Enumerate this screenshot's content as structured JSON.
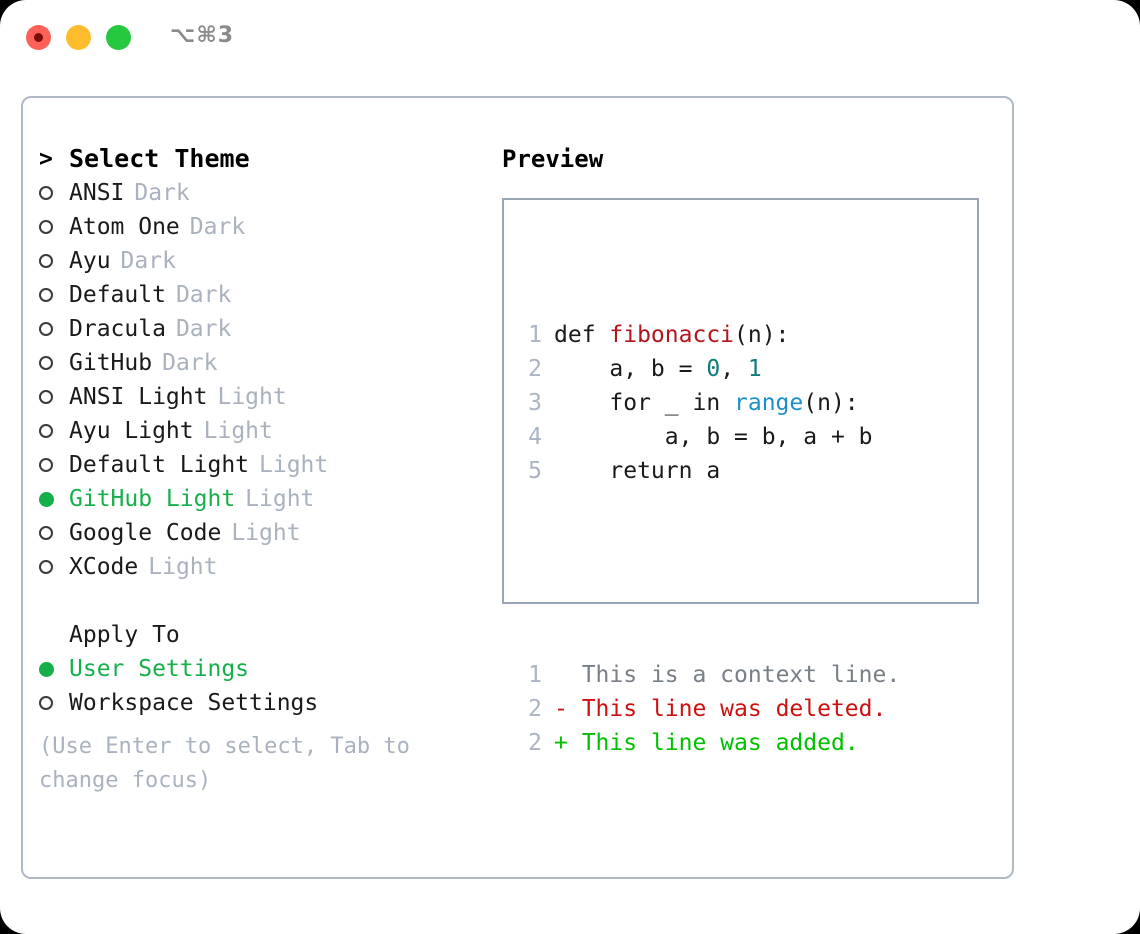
{
  "titlebar": {
    "shortcut": "⌥⌘3",
    "buttons": [
      {
        "name": "close",
        "color": "#FF6159"
      },
      {
        "name": "minimize",
        "color": "#FFBD2E"
      },
      {
        "name": "maximize",
        "color": "#25C83F"
      }
    ]
  },
  "theme_picker": {
    "heading": "Select Theme",
    "caret": ">",
    "items": [
      {
        "label": "ANSI",
        "tag": "Dark",
        "selected": false
      },
      {
        "label": "Atom One",
        "tag": "Dark",
        "selected": false
      },
      {
        "label": "Ayu",
        "tag": "Dark",
        "selected": false
      },
      {
        "label": "Default",
        "tag": "Dark",
        "selected": false
      },
      {
        "label": "Dracula",
        "tag": "Dark",
        "selected": false
      },
      {
        "label": "GitHub",
        "tag": "Dark",
        "selected": false
      },
      {
        "label": "ANSI Light",
        "tag": "Light",
        "selected": false
      },
      {
        "label": "Ayu Light",
        "tag": "Light",
        "selected": false
      },
      {
        "label": "Default Light",
        "tag": "Light",
        "selected": false
      },
      {
        "label": "GitHub Light",
        "tag": "Light",
        "selected": true
      },
      {
        "label": "Google Code",
        "tag": "Light",
        "selected": false
      },
      {
        "label": "XCode",
        "tag": "Light",
        "selected": false
      }
    ]
  },
  "apply_to": {
    "title": "Apply To",
    "options": [
      {
        "label": "User Settings",
        "selected": true
      },
      {
        "label": "Workspace Settings",
        "selected": false
      }
    ]
  },
  "hint": "(Use Enter to select, Tab to change focus)",
  "preview": {
    "title": "Preview",
    "code_lines": [
      {
        "no": "1",
        "tokens": [
          {
            "t": "def ",
            "k": "plain"
          },
          {
            "t": "fibonacci",
            "k": "fn"
          },
          {
            "t": "(n):",
            "k": "plain"
          }
        ]
      },
      {
        "no": "2",
        "tokens": [
          {
            "t": "    a, b = ",
            "k": "plain"
          },
          {
            "t": "0",
            "k": "num"
          },
          {
            "t": ", ",
            "k": "plain"
          },
          {
            "t": "1",
            "k": "num"
          }
        ]
      },
      {
        "no": "3",
        "tokens": [
          {
            "t": "    for _ in ",
            "k": "plain"
          },
          {
            "t": "range",
            "k": "call"
          },
          {
            "t": "(n):",
            "k": "plain"
          }
        ]
      },
      {
        "no": "4",
        "tokens": [
          {
            "t": "        a, b = b, a + b",
            "k": "plain"
          }
        ]
      },
      {
        "no": "5",
        "tokens": [
          {
            "t": "    return a",
            "k": "plain"
          }
        ]
      }
    ],
    "diff_lines": [
      {
        "no": "1",
        "marker": " ",
        "text": " This is a context line.",
        "kind": "context"
      },
      {
        "no": "2",
        "marker": "-",
        "text": " This line was deleted.",
        "kind": "deleted"
      },
      {
        "no": "2",
        "marker": "+",
        "text": " This line was added.",
        "kind": "added"
      }
    ]
  },
  "colors": {
    "accent_green": "#16B04A",
    "muted": "#aab2bf",
    "border": "#b0b9c6",
    "preview_border": "#9aa5b5",
    "syntax_function": "#B3151C",
    "syntax_number": "#0E7C7B",
    "syntax_call": "#1C8FCB",
    "diff_deleted": "#CC1111",
    "diff_added": "#00C000",
    "diff_context": "#787f87"
  }
}
